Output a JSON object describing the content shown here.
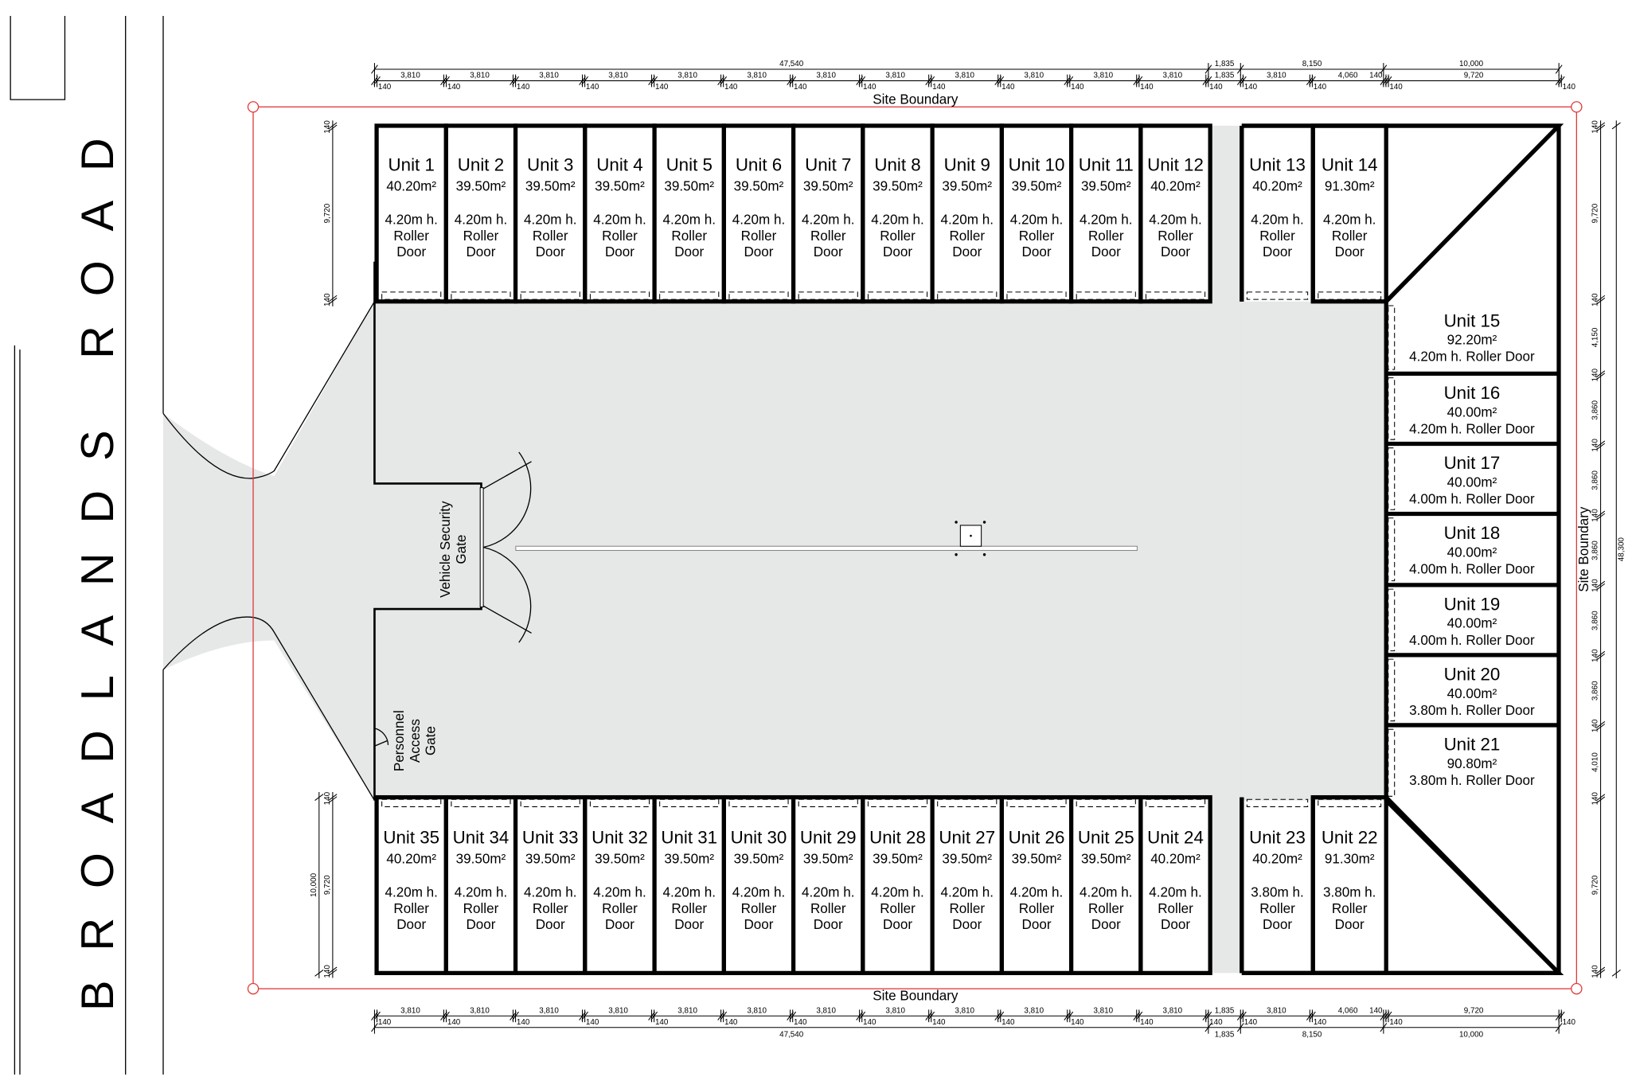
{
  "road_name": "BROADLANDS ROAD",
  "site_boundary_label": "Site Boundary",
  "vehicle_gate_label": [
    "Vehicle Security",
    "Gate"
  ],
  "personnel_gate_label": [
    "Personnel",
    "Access",
    "Gate"
  ],
  "colors": {
    "boundary": "#e03a3a",
    "paving": "#e6e7e7",
    "wall": "#000000"
  },
  "units_top": [
    {
      "name": "Unit 1",
      "area": "40.20m²",
      "door": [
        "4.20m h.",
        "Roller",
        "Door"
      ]
    },
    {
      "name": "Unit 2",
      "area": "39.50m²",
      "door": [
        "4.20m h.",
        "Roller",
        "Door"
      ]
    },
    {
      "name": "Unit 3",
      "area": "39.50m²",
      "door": [
        "4.20m h.",
        "Roller",
        "Door"
      ]
    },
    {
      "name": "Unit 4",
      "area": "39.50m²",
      "door": [
        "4.20m h.",
        "Roller",
        "Door"
      ]
    },
    {
      "name": "Unit 5",
      "area": "39.50m²",
      "door": [
        "4.20m h.",
        "Roller",
        "Door"
      ]
    },
    {
      "name": "Unit 6",
      "area": "39.50m²",
      "door": [
        "4.20m h.",
        "Roller",
        "Door"
      ]
    },
    {
      "name": "Unit 7",
      "area": "39.50m²",
      "door": [
        "4.20m h.",
        "Roller",
        "Door"
      ]
    },
    {
      "name": "Unit 8",
      "area": "39.50m²",
      "door": [
        "4.20m h.",
        "Roller",
        "Door"
      ]
    },
    {
      "name": "Unit 9",
      "area": "39.50m²",
      "door": [
        "4.20m h.",
        "Roller",
        "Door"
      ]
    },
    {
      "name": "Unit 10",
      "area": "39.50m²",
      "door": [
        "4.20m h.",
        "Roller",
        "Door"
      ]
    },
    {
      "name": "Unit 11",
      "area": "39.50m²",
      "door": [
        "4.20m h.",
        "Roller",
        "Door"
      ]
    },
    {
      "name": "Unit 12",
      "area": "40.20m²",
      "door": [
        "4.20m h.",
        "Roller",
        "Door"
      ]
    },
    {
      "name": "Unit 13",
      "area": "40.20m²",
      "door": [
        "4.20m h.",
        "Roller",
        "Door"
      ]
    },
    {
      "name": "Unit 14",
      "area": "91.30m²",
      "door": [
        "4.20m h.",
        "Roller",
        "Door"
      ]
    }
  ],
  "units_bottom": [
    {
      "name": "Unit 35",
      "area": "40.20m²",
      "door": [
        "4.20m h.",
        "Roller",
        "Door"
      ]
    },
    {
      "name": "Unit 34",
      "area": "39.50m²",
      "door": [
        "4.20m h.",
        "Roller",
        "Door"
      ]
    },
    {
      "name": "Unit 33",
      "area": "39.50m²",
      "door": [
        "4.20m h.",
        "Roller",
        "Door"
      ]
    },
    {
      "name": "Unit 32",
      "area": "39.50m²",
      "door": [
        "4.20m h.",
        "Roller",
        "Door"
      ]
    },
    {
      "name": "Unit 31",
      "area": "39.50m²",
      "door": [
        "4.20m h.",
        "Roller",
        "Door"
      ]
    },
    {
      "name": "Unit 30",
      "area": "39.50m²",
      "door": [
        "4.20m h.",
        "Roller",
        "Door"
      ]
    },
    {
      "name": "Unit 29",
      "area": "39.50m²",
      "door": [
        "4.20m h.",
        "Roller",
        "Door"
      ]
    },
    {
      "name": "Unit 28",
      "area": "39.50m²",
      "door": [
        "4.20m h.",
        "Roller",
        "Door"
      ]
    },
    {
      "name": "Unit 27",
      "area": "39.50m²",
      "door": [
        "4.20m h.",
        "Roller",
        "Door"
      ]
    },
    {
      "name": "Unit 26",
      "area": "39.50m²",
      "door": [
        "4.20m h.",
        "Roller",
        "Door"
      ]
    },
    {
      "name": "Unit 25",
      "area": "39.50m²",
      "door": [
        "4.20m h.",
        "Roller",
        "Door"
      ]
    },
    {
      "name": "Unit 24",
      "area": "40.20m²",
      "door": [
        "4.20m h.",
        "Roller",
        "Door"
      ]
    },
    {
      "name": "Unit 23",
      "area": "40.20m²",
      "door": [
        "3.80m h.",
        "Roller",
        "Door"
      ]
    },
    {
      "name": "Unit 22",
      "area": "91.30m²",
      "door": [
        "3.80m h.",
        "Roller",
        "Door"
      ]
    }
  ],
  "units_right": [
    {
      "name": "Unit 15",
      "area": "92.20m²",
      "door": "4.20m h. Roller Door"
    },
    {
      "name": "Unit 16",
      "area": "40.00m²",
      "door": "4.20m h. Roller Door"
    },
    {
      "name": "Unit 17",
      "area": "40.00m²",
      "door": "4.00m h. Roller Door"
    },
    {
      "name": "Unit 18",
      "area": "40.00m²",
      "door": "4.00m h. Roller Door"
    },
    {
      "name": "Unit 19",
      "area": "40.00m²",
      "door": "4.00m h. Roller Door"
    },
    {
      "name": "Unit 20",
      "area": "40.00m²",
      "door": "3.80m h. Roller Door"
    },
    {
      "name": "Unit 21",
      "area": "90.80m²",
      "door": "3.80m h. Roller Door"
    }
  ],
  "dimensions": {
    "horizontal_segments_mm": [
      140,
      3810,
      140,
      3810,
      140,
      3810,
      140,
      3810,
      140,
      3810,
      140,
      3810,
      140,
      3810,
      140,
      3810,
      140,
      3810,
      140,
      3810,
      140,
      3810,
      140,
      3810,
      140,
      1835,
      140,
      3810,
      140,
      4060,
      140,
      140,
      9720,
      140
    ],
    "horizontal_overall_mm": [
      47540,
      1835,
      8150,
      10000
    ],
    "horizontal_overall_labels": [
      "47,540",
      "1,835",
      "8,150",
      "10,000"
    ],
    "right_segments_mm": [
      140,
      9720,
      140,
      4150,
      140,
      3860,
      140,
      3860,
      140,
      3860,
      140,
      3860,
      140,
      3860,
      140,
      4010,
      140,
      9720,
      140
    ],
    "right_overall_label": "48,300",
    "left_top_segments_mm": [
      140,
      9720,
      140
    ],
    "left_bottom_segments_mm": [
      140,
      9720,
      140
    ],
    "left_bottom_overall_label": "10,000"
  }
}
